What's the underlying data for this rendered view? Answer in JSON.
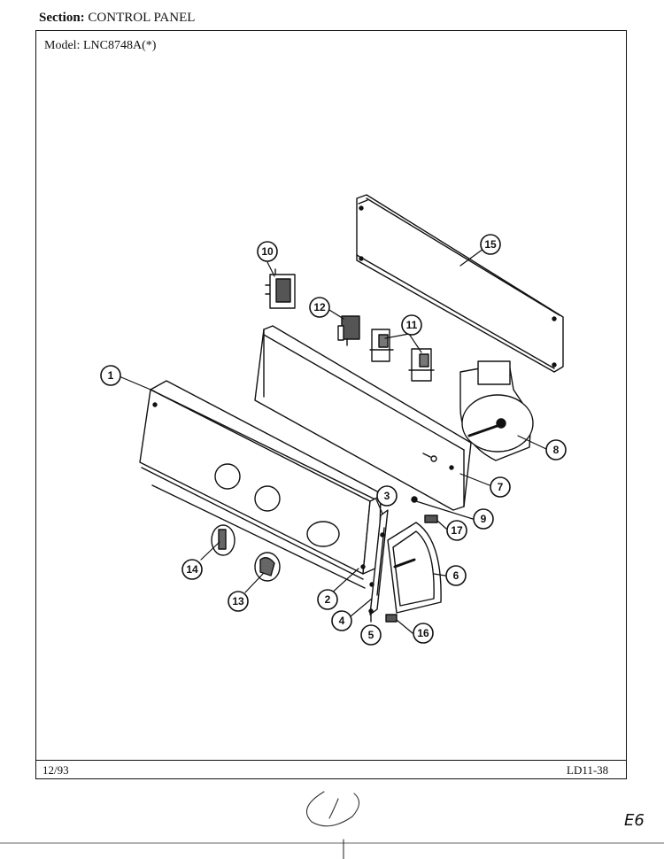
{
  "header": {
    "section_label": "Section:",
    "section_value": "CONTROL PANEL",
    "model_label": "Model:",
    "model_value": "LNC8748A(*)"
  },
  "footer": {
    "date": "12/93",
    "code": "LD11-38"
  },
  "page_mark": "E6",
  "callouts": [
    {
      "id": "callout-1",
      "label": "1"
    },
    {
      "id": "callout-2",
      "label": "2"
    },
    {
      "id": "callout-3",
      "label": "3"
    },
    {
      "id": "callout-4",
      "label": "4"
    },
    {
      "id": "callout-5",
      "label": "5"
    },
    {
      "id": "callout-6",
      "label": "6"
    },
    {
      "id": "callout-7",
      "label": "7"
    },
    {
      "id": "callout-8",
      "label": "8"
    },
    {
      "id": "callout-9",
      "label": "9"
    },
    {
      "id": "callout-10",
      "label": "10"
    },
    {
      "id": "callout-11",
      "label": "11"
    },
    {
      "id": "callout-12",
      "label": "12"
    },
    {
      "id": "callout-13",
      "label": "13"
    },
    {
      "id": "callout-14",
      "label": "14"
    },
    {
      "id": "callout-15",
      "label": "15"
    },
    {
      "id": "callout-16",
      "label": "16"
    },
    {
      "id": "callout-17",
      "label": "17"
    }
  ]
}
